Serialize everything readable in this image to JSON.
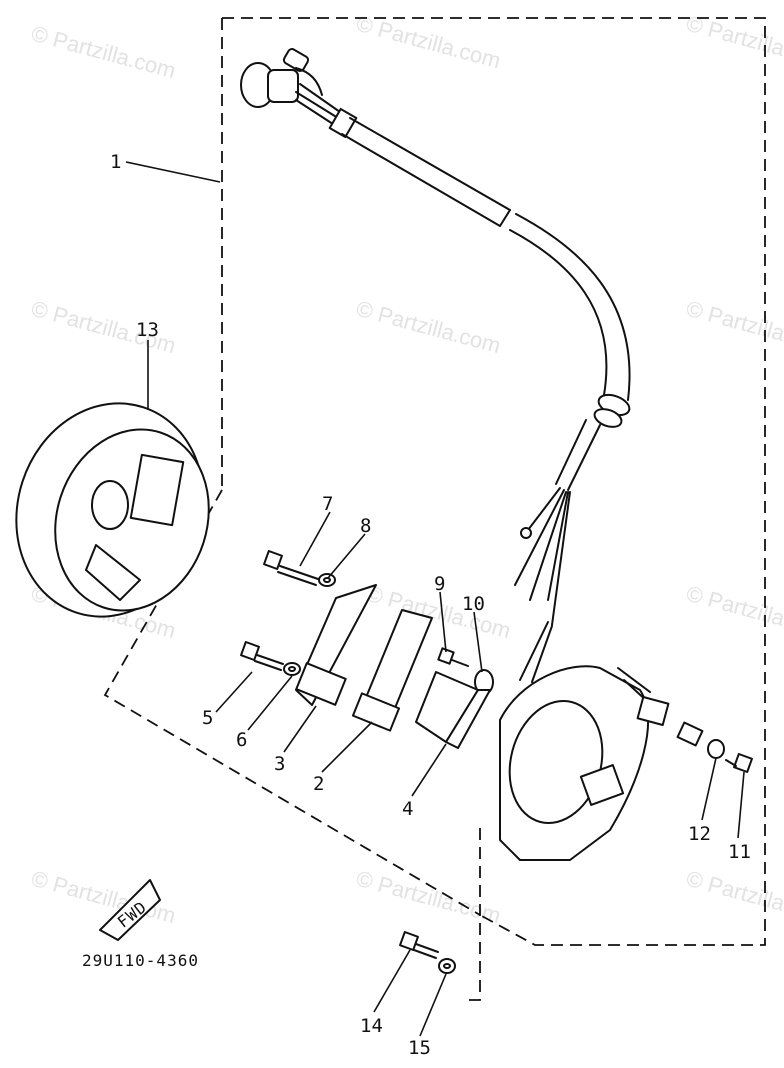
{
  "watermark": {
    "text": "© Partzilla.com"
  },
  "diagram_code": "29U110-4360",
  "fwd_label": "FWD",
  "callouts": [
    {
      "id": "1",
      "label": "1"
    },
    {
      "id": "2",
      "label": "2"
    },
    {
      "id": "3",
      "label": "3"
    },
    {
      "id": "4",
      "label": "4"
    },
    {
      "id": "5",
      "label": "5"
    },
    {
      "id": "6",
      "label": "6"
    },
    {
      "id": "7",
      "label": "7"
    },
    {
      "id": "8",
      "label": "8"
    },
    {
      "id": "9",
      "label": "9"
    },
    {
      "id": "10",
      "label": "10"
    },
    {
      "id": "11",
      "label": "11"
    },
    {
      "id": "12",
      "label": "12"
    },
    {
      "id": "13",
      "label": "13"
    },
    {
      "id": "14",
      "label": "14"
    },
    {
      "id": "15",
      "label": "15"
    }
  ]
}
